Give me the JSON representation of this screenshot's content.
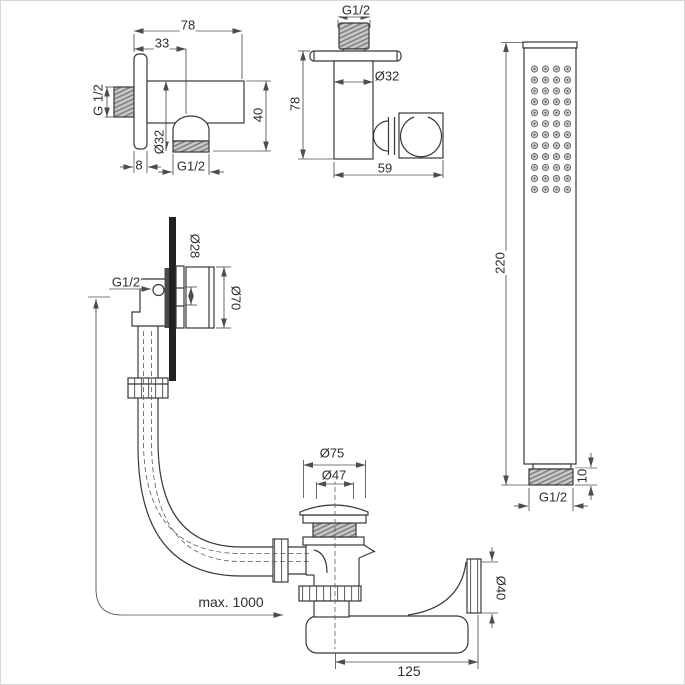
{
  "drawing": {
    "title": "shower-set-technical-drawing",
    "background_color": "#ffffff",
    "line_color": "#383838",
    "dimension_color": "#4d4d4d",
    "thread_fill": "#c9c9c9",
    "figures": {
      "wall_outlet_elbow": {
        "width": "78",
        "inlet_offset": "33",
        "inlet_thread": "G 1/2",
        "plate_thickness": "8",
        "outlet_diameter": "Ø32",
        "outlet_thread": "G1/2",
        "depth": "40"
      },
      "shower_holder": {
        "thread": "G1/2",
        "diameter": "Ø32",
        "height": "78",
        "depth": "59"
      },
      "hand_shower": {
        "length": "220",
        "thread_length": "10",
        "thread": "G1/2"
      },
      "bath_overflow": {
        "stem_diameter": "Ø28",
        "knob_diameter": "Ø70",
        "thread": "G1/2",
        "hose_length": "max. 1000"
      },
      "bath_waste": {
        "plug_diameter": "Ø75",
        "inner_diameter": "Ø47",
        "outlet_diameter": "Ø40",
        "outlet_length": "125"
      }
    }
  }
}
